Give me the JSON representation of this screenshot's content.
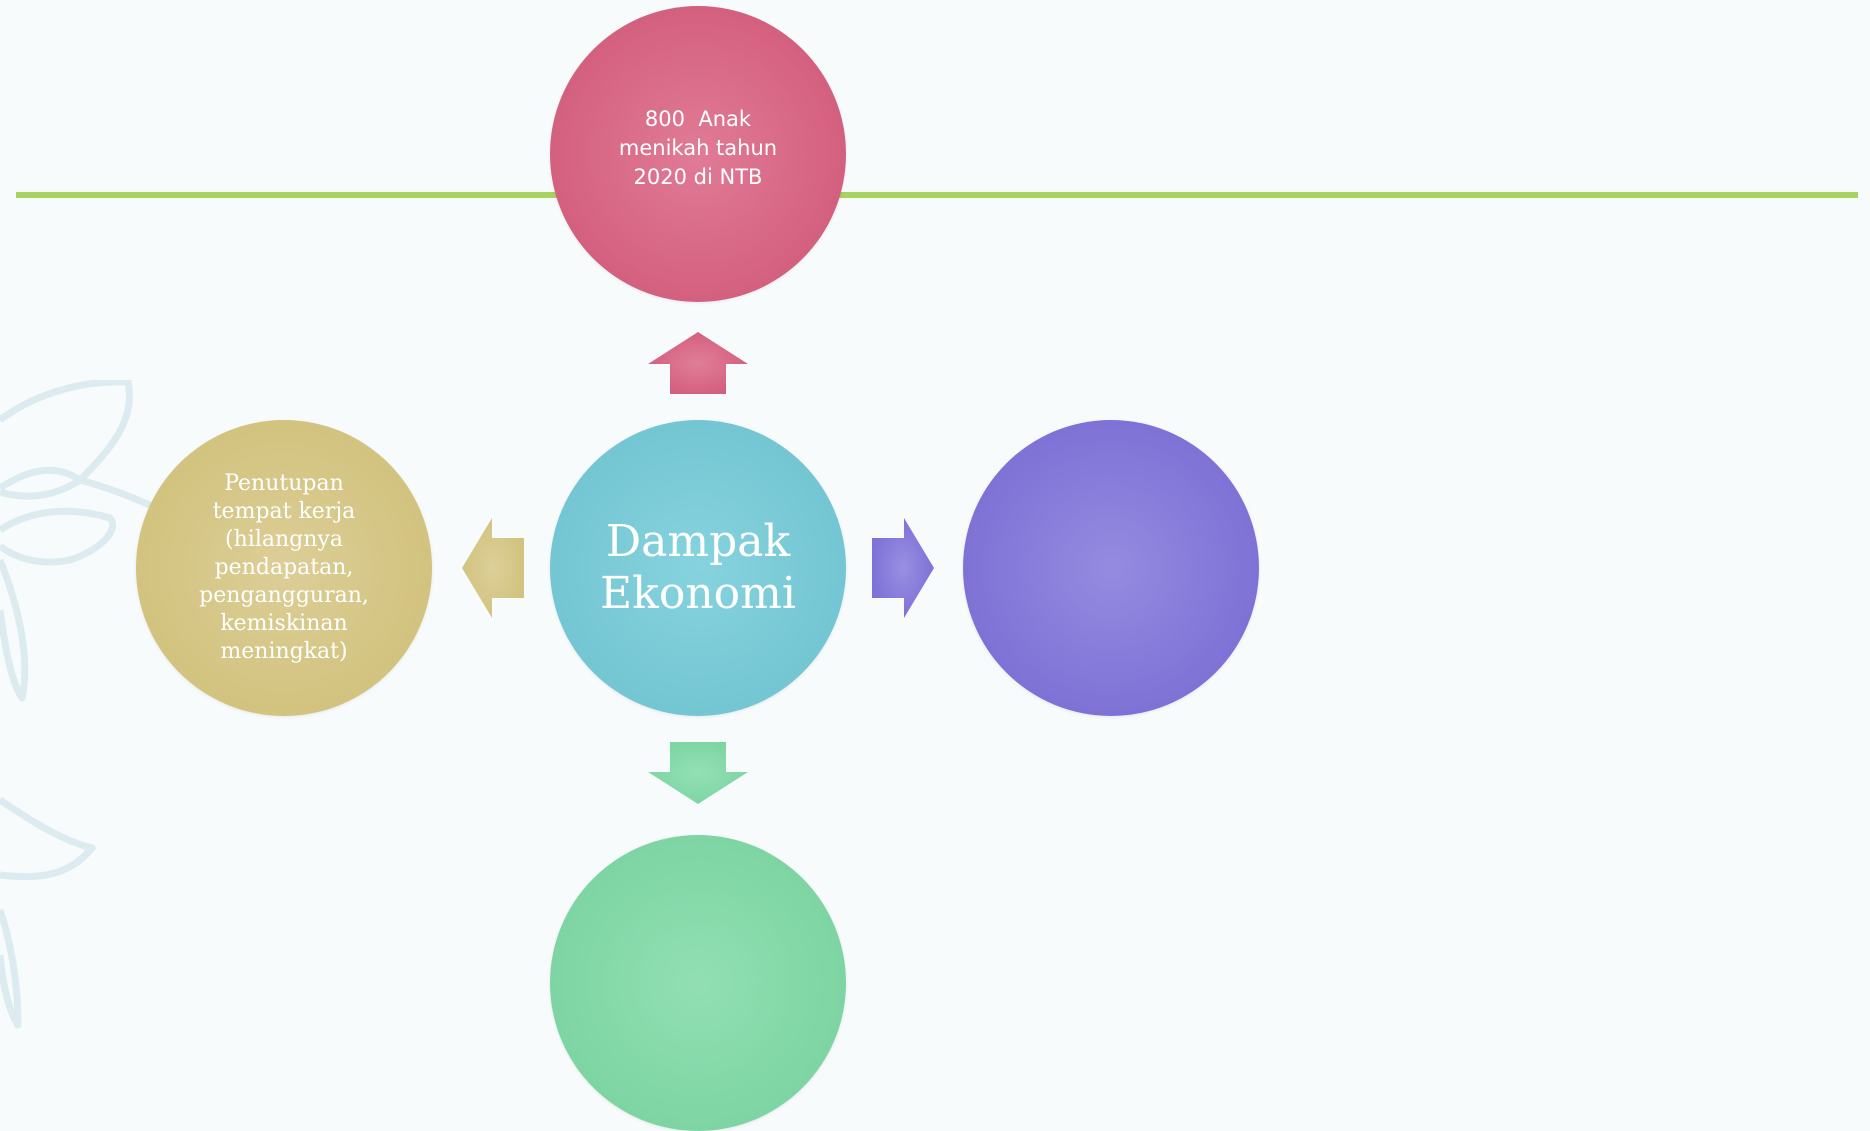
{
  "diagram": {
    "center": {
      "label": "Dampak Ekonomi",
      "color": "#74c6d3"
    },
    "top": {
      "label_lines": [
        "800  Anak",
        "menikah tahun",
        "2020 di NTB"
      ],
      "color": "#d4607f"
    },
    "left": {
      "label_lines": [
        "Penutupan",
        "tempat kerja",
        "(hilangnya",
        "pendapatan,",
        "pengangguran,",
        "kemiskinan",
        "meningkat)"
      ],
      "color": "#d2c37f"
    },
    "right": {
      "label": "",
      "color": "#7e72d6"
    },
    "bottom": {
      "label": "",
      "color": "#7ed5a3"
    },
    "accent_line_color": "#a7d161"
  }
}
